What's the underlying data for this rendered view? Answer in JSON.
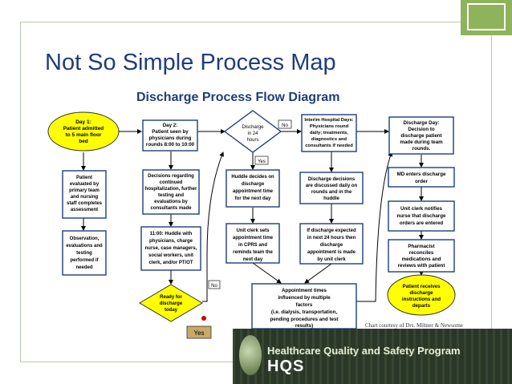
{
  "slide": {
    "title": "Not So Simple Process Map",
    "subtitle": "Discharge Process Flow Diagram",
    "credit": "Chart courtesy of Drs. Miltner & Newsome"
  },
  "footer": {
    "program": "Healthcare Quality and Safety Program",
    "acronym": "HQS"
  },
  "nodes": {
    "day1": [
      "Day 1:",
      "Patient admitted",
      "to 5 main floor",
      "bed"
    ],
    "day2": [
      "Day 2:",
      "Patient seen by",
      "physicians during",
      "rounds 8:00 to 10:00"
    ],
    "discharge24": [
      "Discharge",
      "in 24",
      "hours"
    ],
    "interim": [
      "Interim Hospital Days:",
      "Physicians round",
      "daily; treatments,",
      "diagnostics and",
      "consultants if needed"
    ],
    "dischargeDay": [
      "Discharge Day:",
      "Decision to",
      "discharge patient",
      "made during team",
      "rounds."
    ],
    "patientEval": [
      "Patient",
      "evaluated by",
      "primary team",
      "and nursing",
      "staff completes",
      "assessment"
    ],
    "decisions": [
      "Decisions regarding",
      "continued",
      "hospitalization, further",
      "testing and",
      "evaluations by",
      "consultants made"
    ],
    "huddleDecides": [
      "Huddle decides on",
      "discharge",
      "appointment time",
      "for the next day"
    ],
    "dischargeDecisions": [
      "Discharge decisions",
      "are discussed daily on",
      "rounds and in the",
      "huddle"
    ],
    "mdEnters": [
      "MD enters discharge",
      "order"
    ],
    "observation": [
      "Observation,",
      "evaluations and",
      "testing",
      "performed if",
      "needed"
    ],
    "huddle1100": [
      "11:00: Huddle with",
      "physicians, charge",
      "nurse, case managers,",
      "social workers, unit",
      "clerk, and/or PT/OT"
    ],
    "unitClerkSets": [
      "Unit clerk sets",
      "appointment time",
      "in CPRS and",
      "reminds team the",
      "next day"
    ],
    "ifExpected": [
      "If discharge expected",
      "in next 24 hours then",
      "discharge",
      "appointment is made",
      "by unit clerk"
    ],
    "unitClerkNotifies": [
      "Unit clerk notifies",
      "nurse that discharge",
      "orders are entered"
    ],
    "pharmacist": [
      "Pharmacist",
      "reconciles",
      "medications and",
      "reviews with patient"
    ],
    "readyForDischarge": [
      "Ready for",
      "discharge",
      "today"
    ],
    "apptTimes": [
      "Appointment times",
      "influenced by multiple",
      "factors",
      "(i.e. dialysis, transportation,",
      "pending procedures and test",
      "results)"
    ],
    "patientReceives": [
      "Patient receives",
      "discharge",
      "instructions and",
      "departs"
    ]
  },
  "labels": {
    "no1": "No",
    "yes1": "Yes",
    "no2": "No",
    "yes2": "Yes"
  },
  "colors": {
    "accent": "#8fb35a",
    "title": "#1f3d7a",
    "terminal": "#ffff00",
    "box_border": "#1f3d7a"
  }
}
